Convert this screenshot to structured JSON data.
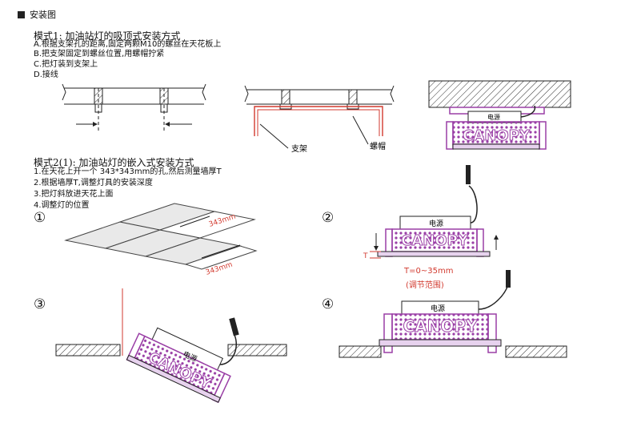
{
  "header": {
    "title": "安装图"
  },
  "mode1": {
    "title": "模式1: 加油站灯的吸顶式安装方式",
    "steps": [
      "A.根据支架孔的距离,固定两颗M10的螺丝在天花板上",
      "B.把支架固定到螺丝位置,用螺帽拧紧",
      "C.把灯装到支架上",
      "D.接线"
    ],
    "label_bracket": "支架",
    "label_nut": "螺帽",
    "label_power": "电源",
    "label_canopy": "CANOPY"
  },
  "mode2": {
    "title": "模式2(1): 加油站灯的嵌入式安装方式",
    "steps": [
      "1.在天花上开一个 343*343mm的孔,然后测量墙厚T",
      "2.根据墙厚T,调整灯具的安装深度",
      "3.把灯斜放进天花上面",
      "4.调整灯的位置"
    ],
    "step_marks": [
      "①",
      "②",
      "③",
      "④"
    ],
    "dim_343_a": "343mm",
    "dim_343_b": "343mm",
    "t_range": "T=0~35mm",
    "t_range_note": "(调节范围)",
    "t_label": "T",
    "label_power": "电源",
    "label_canopy": "CANOPY"
  },
  "colors": {
    "accent": "#9a3fa6",
    "dimension": "#d23a2f"
  }
}
